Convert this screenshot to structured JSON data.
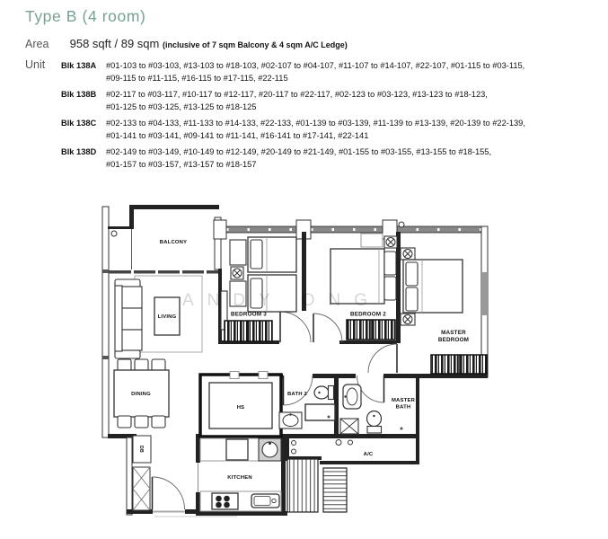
{
  "header": {
    "title": "Type B (4 room)",
    "area_label": "Area",
    "area_value": "958 sqft / 89 sqm",
    "area_note": "(inclusive of 7 sqm Balcony & 4 sqm A/C Ledge)",
    "unit_label": "Unit",
    "unit_rows": [
      {
        "blk": "Blk 138A",
        "line1": "#01-103 to #03-103, #13-103 to #18-103, #02-107 to #04-107, #11-107 to #14-107, #22-107, #01-115 to #03-115,",
        "line2": "#09-115 to #11-115, #16-115 to #17-115, #22-115"
      },
      {
        "blk": "Blk 138B",
        "line1": "#02-117 to #03-117, #10-117 to #12-117, #20-117 to #22-117, #02-123 to #03-123, #13-123 to #18-123,",
        "line2": "#01-125 to #03-125, #13-125 to #18-125"
      },
      {
        "blk": "Blk 138C",
        "line1": "#02-133 to #04-133, #11-133 to #14-133, #22-133, #01-139 to #03-139, #11-139 to #13-139, #20-139 to #22-139,",
        "line2": "#01-141 to #03-141, #09-141 to #11-141, #16-141 to #17-141, #22-141"
      },
      {
        "blk": "Blk 138D",
        "line1": "#02-149 to #03-149, #10-149 to #12-149, #20-149 to #21-149, #01-155 to #03-155, #13-155 to #18-155,",
        "line2": "#01-157 to #03-157, #13-157 to #18-157"
      }
    ]
  },
  "plan": {
    "rooms": {
      "balcony": "BALCONY",
      "living": "LIVING",
      "dining": "DINING",
      "db": "DB",
      "hs": "HS",
      "kitchen": "KITCHEN",
      "bath2": "BATH 2",
      "master_bath_l1": "MASTER",
      "master_bath_l2": "BATH",
      "ac": "A/C",
      "bedroom3": "BEDROOM 3",
      "bedroom2": "BEDROOM 2",
      "master_bedroom_l1": "MASTER",
      "master_bedroom_l2": "BEDROOM"
    },
    "watermark": "ANDY ONG"
  },
  "colors": {
    "accent": "#76a28f",
    "wall": "#222222",
    "window_band": "#888888"
  }
}
